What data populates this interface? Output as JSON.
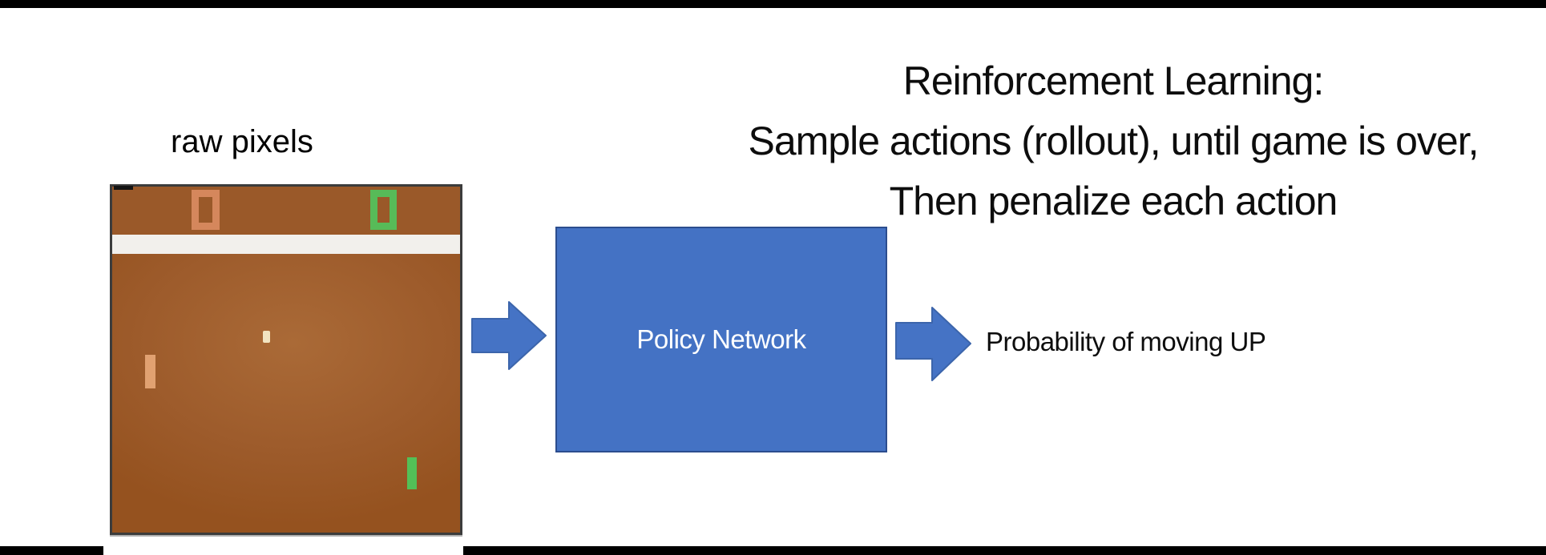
{
  "slide": {
    "title_lines": [
      "Reinforcement Learning:",
      "Sample actions (rollout), until game is over,",
      "Then penalize each action"
    ],
    "raw_pixels_label": "raw pixels",
    "policy_network_label": "Policy Network",
    "output_label": "Probability of moving UP"
  },
  "colors": {
    "accent_blue": "#4472c4",
    "accent_blue_border": "#2c4d8e",
    "frame_bar_black": "#000000",
    "title_text": "#0d0d0d"
  },
  "pong_game": {
    "score_left": "0",
    "score_right": "0",
    "colors": {
      "score_band_brown": "#9a5929",
      "field_brown": "#9d5b2b",
      "field_highlight": "#aa6a37",
      "divider_stripe_white": "#f2f0ec",
      "score_left_orange": "#d5875c",
      "score_right_green": "#57bb58",
      "paddle_left_tan": "#e1a171",
      "paddle_right_green": "#53c057",
      "ball_cream": "#f2e4c1",
      "border_gray": "#3c3c3c"
    }
  }
}
